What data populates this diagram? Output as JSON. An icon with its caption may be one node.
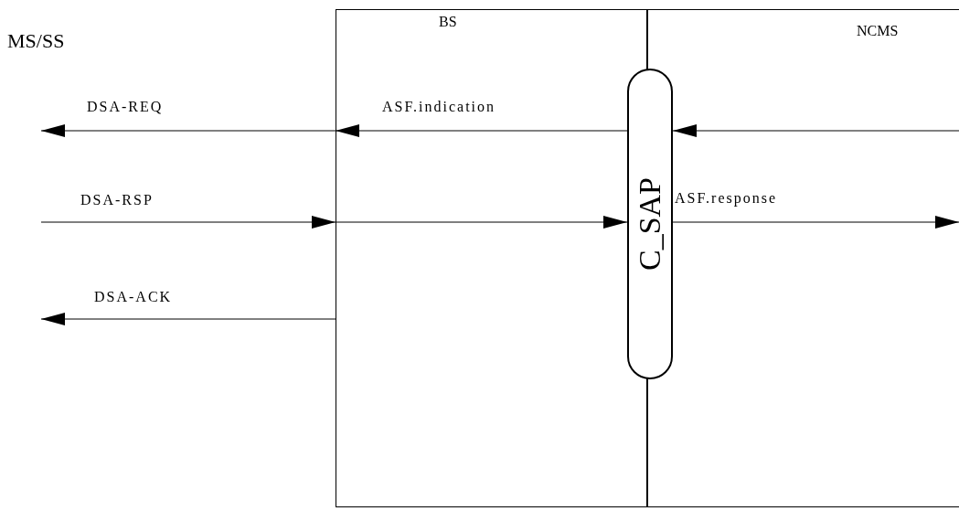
{
  "diagram": {
    "nodes": [
      {
        "text": [
          "BS"
        ]
      },
      {
        "text": [
          "NCMS"
        ]
      },
      {
        "text": [
          "C_SAP"
        ]
      }
    ],
    "edges": [
      {
        "from": 0,
        "to": null,
        "arrow": "to",
        "label": "DSA-REQ"
      },
      {
        "from": null,
        "to": 0,
        "arrow": "to",
        "label": "DSA-RSP"
      },
      {
        "from": 0,
        "to": 2,
        "arrow": "to"
      },
      {
        "from": 0,
        "to": null,
        "arrow": "to",
        "label": "DSA-ACK"
      },
      {
        "from": 2,
        "to": 0,
        "arrow": "to",
        "label": "ASF.indication"
      },
      {
        "from": 1,
        "to": 2,
        "arrow": "to"
      },
      {
        "from": 2,
        "to": 1,
        "arrow": "to",
        "label": "ASF.response"
      }
    ],
    "labels": [
      "MS/SS"
    ]
  }
}
